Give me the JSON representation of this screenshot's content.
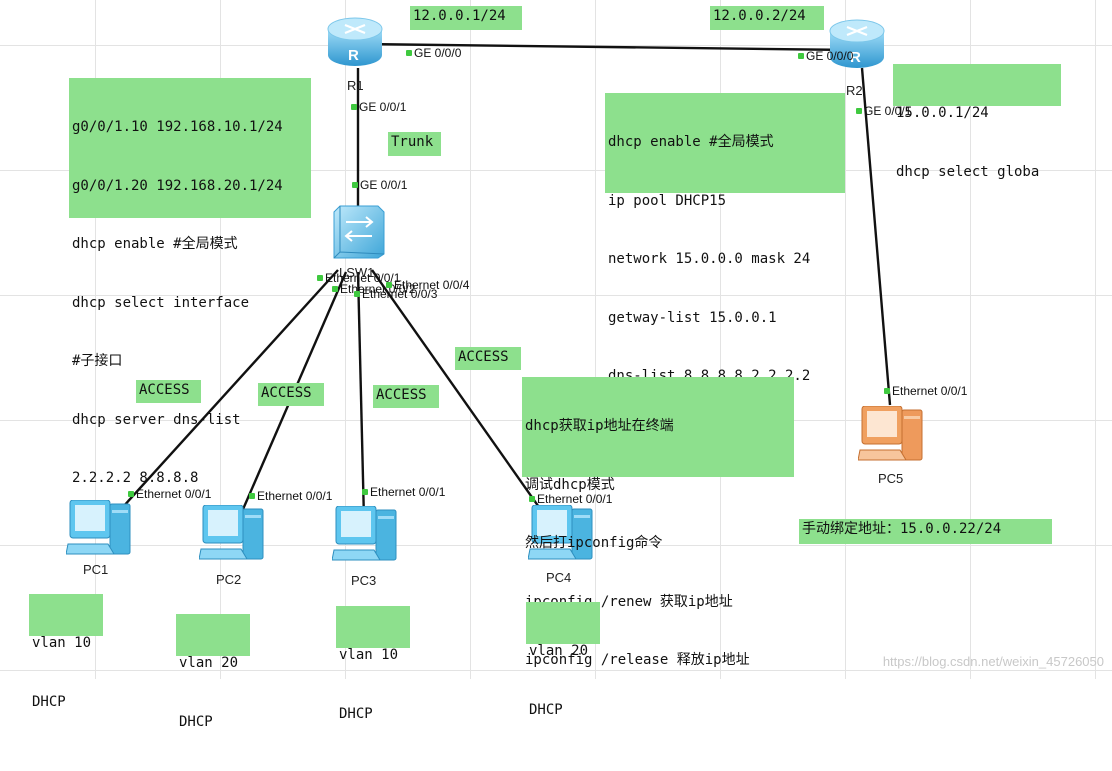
{
  "notes": {
    "r1_ip": "12.0.0.1/24",
    "r2_ip": "12.0.0.2/24",
    "r1_config": [
      "g0/0/1.10 192.168.10.1/24",
      "g0/0/1.20 192.168.20.1/24",
      "dhcp enable #全局模式",
      "dhcp select interface",
      "#子接口",
      "dhcp server dns-list",
      "2.2.2.2 8.8.8.8"
    ],
    "trunk": "Trunk",
    "r2_pool": [
      "dhcp enable #全局模式",
      "ip pool DHCP15",
      "network 15.0.0.0 mask 24",
      "getway-list 15.0.0.1",
      "dns-list 8.8.8.8 2.2.2.2"
    ],
    "r2_if": [
      "15.0.0.1/24",
      "dhcp select globa"
    ],
    "access": [
      "ACCESS",
      "ACCESS",
      "ACCESS",
      "ACCESS"
    ],
    "pc_hint": [
      "dhcp获取ip地址在终端",
      "调试dhcp模式",
      "然后打ipconfig命令",
      "ipconfig /renew 获取ip地址",
      "ipconfig /release 释放ip地址"
    ],
    "pc5_static": "手动绑定地址：15.0.0.22/24",
    "pc1_vlan": [
      "vlan 10",
      "DHCP"
    ],
    "pc2_vlan": [
      "vlan 20",
      "DHCP"
    ],
    "pc3_vlan": [
      "vlan 10",
      "DHCP"
    ],
    "pc4_vlan": [
      "vlan 20",
      "DHCP"
    ]
  },
  "devices": {
    "r1": "R1",
    "r2": "R2",
    "lsw1": "LSW1",
    "pc1": "PC1",
    "pc2": "PC2",
    "pc3": "PC3",
    "pc4": "PC4",
    "pc5": "PC5"
  },
  "ports": {
    "r1_ge000": "GE 0/0/0",
    "r2_ge000": "GE 0/0/0",
    "r1_ge001": "GE 0/0/1",
    "lsw_ge001": "GE 0/0/1",
    "r2_ge001": "GE 0/0/1",
    "lsw_e1": "Ethernet 0/0/1",
    "lsw_e2": "Ethernet 0/0/2",
    "lsw_e3": "Ethernet 0/0/3",
    "lsw_e4": "Ethernet 0/0/4",
    "pc1_e": "Ethernet 0/0/1",
    "pc2_e": "Ethernet 0/0/1",
    "pc3_e": "Ethernet 0/0/1",
    "pc4_e": "Ethernet 0/0/1",
    "pc5_e": "Ethernet 0/0/1"
  },
  "watermark": "https://blog.csdn.net/weixin_45726050",
  "colors": {
    "note_bg": "#8de08d",
    "port_dot": "#3fc93f",
    "router": "#4fb6e6",
    "pc_blue": "#5ec6ef",
    "pc5_orange": "#f0a060"
  }
}
